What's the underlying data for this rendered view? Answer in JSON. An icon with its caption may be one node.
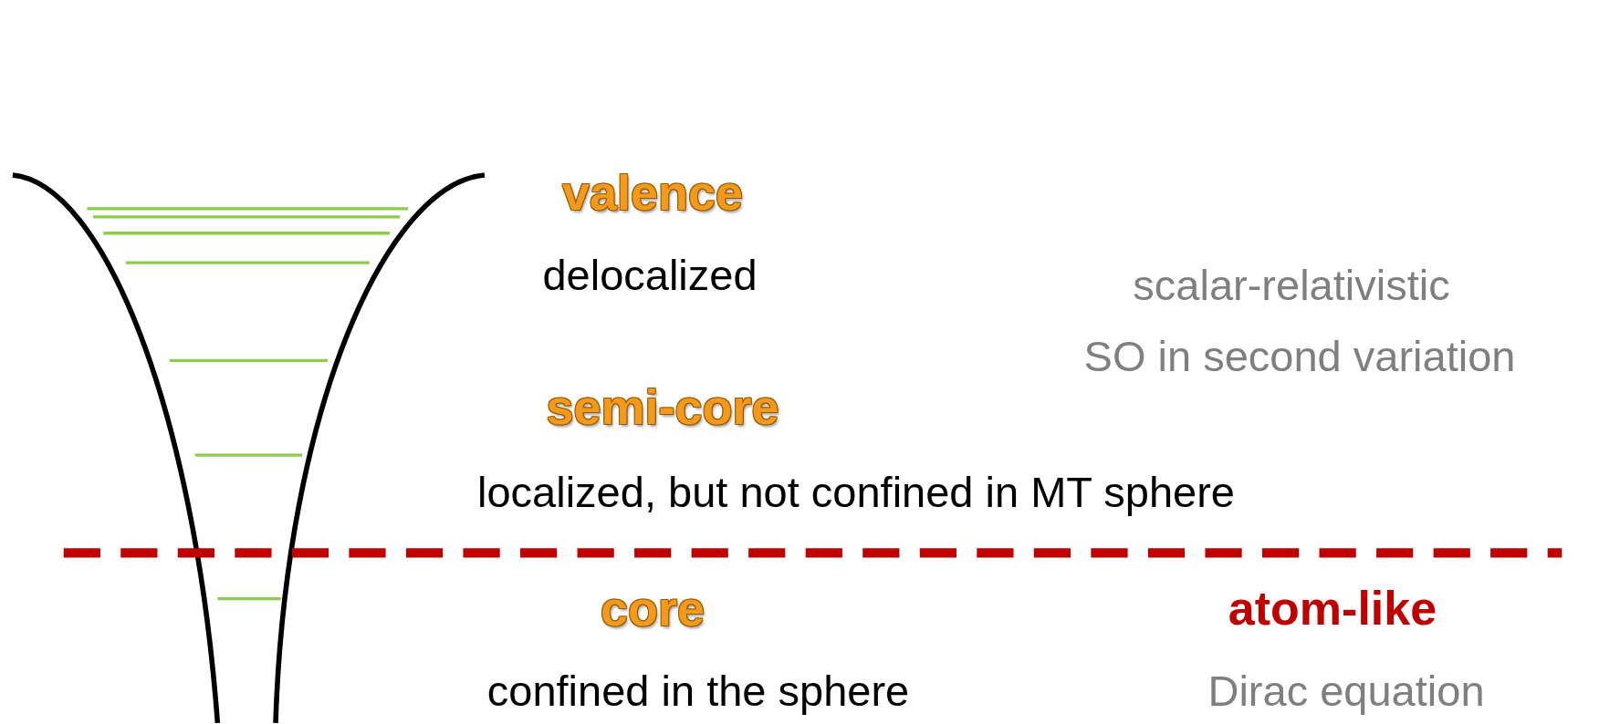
{
  "diagram": {
    "labels": [
      "valence",
      "delocalized",
      "scalar-relativistic",
      "SO in second variation",
      "semi-core",
      "localized, but not confined in MT sphere",
      "core",
      "atom-like",
      "confined in the sphere",
      "Dirac equation"
    ]
  }
}
